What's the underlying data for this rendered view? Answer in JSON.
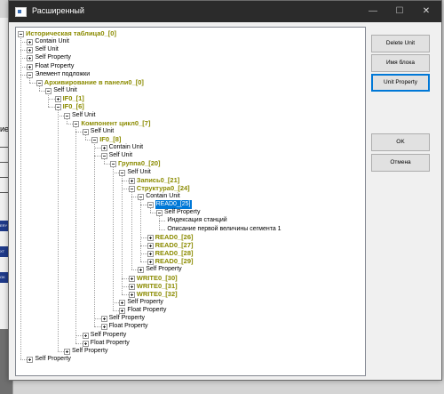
{
  "window": {
    "title": "Расширенный",
    "controls": {
      "minimize": "—",
      "maximize": "☐",
      "close": "✕"
    }
  },
  "background_app": {
    "partial_label": "ием",
    "side_buttons": [
      "ERY",
      "XT",
      "OK"
    ]
  },
  "buttons": {
    "delete_unit": "Delete Unit",
    "block_name": "Имя блока",
    "unit_property": "Unit Property",
    "ok": "OK",
    "cancel": "Отмена"
  },
  "tree": {
    "nodes": [
      {
        "label": "Историческая таблица0_[0]",
        "level": 0,
        "bold": true,
        "exp": "minus"
      },
      {
        "label": "Contain Unit",
        "level": 1,
        "exp": "plus"
      },
      {
        "label": "Self Unit",
        "level": 1,
        "exp": "plus"
      },
      {
        "label": "Self Property",
        "level": 1,
        "exp": "plus"
      },
      {
        "label": "Float Property",
        "level": 1,
        "exp": "plus"
      },
      {
        "label": "Элемент подложки",
        "level": 1,
        "exp": "minus"
      },
      {
        "label": "Архивирование в панели0_[0]",
        "level": 2,
        "bold": true,
        "exp": "minus"
      },
      {
        "label": "Self Unit",
        "level": 3,
        "exp": "minus"
      },
      {
        "label": "IF0_[1]",
        "level": 4,
        "bold": true,
        "exp": "plus"
      },
      {
        "label": "IF0_[6]",
        "level": 4,
        "bold": true,
        "exp": "minus"
      },
      {
        "label": "Self Unit",
        "level": 5,
        "exp": "minus"
      },
      {
        "label": "Компонент цикл0_[7]",
        "level": 6,
        "bold": true,
        "exp": "minus"
      },
      {
        "label": "Self Unit",
        "level": 7,
        "exp": "minus"
      },
      {
        "label": "IF0_[8]",
        "level": 8,
        "bold": true,
        "exp": "minus"
      },
      {
        "label": "Contain Unit",
        "level": 9,
        "exp": "plus"
      },
      {
        "label": "Self Unit",
        "level": 9,
        "exp": "minus"
      },
      {
        "label": "Группа0_[20]",
        "level": 10,
        "bold": true,
        "exp": "minus"
      },
      {
        "label": "Self Unit",
        "level": 11,
        "exp": "minus"
      },
      {
        "label": "Запись0_[21]",
        "level": 12,
        "bold": true,
        "exp": "plus"
      },
      {
        "label": "Структура0_[24]",
        "level": 12,
        "bold": true,
        "exp": "minus"
      },
      {
        "label": "Contain Unit",
        "level": 13,
        "exp": "minus"
      },
      {
        "label": "READ0_[25]",
        "level": 14,
        "exp": "minus",
        "selected": true
      },
      {
        "label": "Self Property",
        "level": 15,
        "exp": "minus"
      },
      {
        "label": "Индексация станций",
        "level": 16
      },
      {
        "label": "Описание первой величины сегмента 1",
        "level": 16
      },
      {
        "label": "READ0_[26]",
        "level": 14,
        "bold": true,
        "exp": "plus"
      },
      {
        "label": "READ0_[27]",
        "level": 14,
        "bold": true,
        "exp": "plus"
      },
      {
        "label": "READ0_[28]",
        "level": 14,
        "bold": true,
        "exp": "plus"
      },
      {
        "label": "READ0_[29]",
        "level": 14,
        "bold": true,
        "exp": "plus"
      },
      {
        "label": "Self Property",
        "level": 13,
        "exp": "plus"
      },
      {
        "label": "WRITE0_[30]",
        "level": 12,
        "bold": true,
        "exp": "plus"
      },
      {
        "label": "WRITE0_[31]",
        "level": 12,
        "bold": true,
        "exp": "plus"
      },
      {
        "label": "WRITE0_[32]",
        "level": 12,
        "bold": true,
        "exp": "plus"
      },
      {
        "label": "Self Property",
        "level": 11,
        "exp": "plus"
      },
      {
        "label": "Float Property",
        "level": 11,
        "exp": "plus"
      },
      {
        "label": "Self Property",
        "level": 9,
        "exp": "plus"
      },
      {
        "label": "Float Property",
        "level": 9,
        "exp": "plus"
      },
      {
        "label": "Self Property",
        "level": 7,
        "exp": "plus"
      },
      {
        "label": "Float Property",
        "level": 7,
        "exp": "plus"
      },
      {
        "label": "Self Property",
        "level": 5,
        "exp": "plus"
      },
      {
        "label": "Self Property",
        "level": 1,
        "exp": "plus"
      }
    ]
  }
}
